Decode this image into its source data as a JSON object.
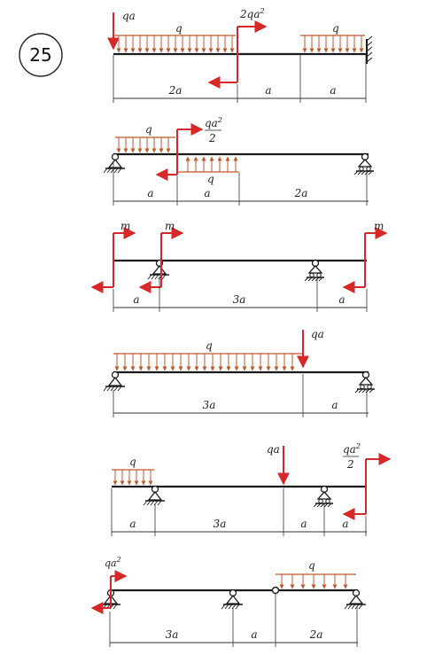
{
  "problem_number": "25",
  "colors": {
    "beam": "#1a1a1a",
    "load": "#d62828",
    "dist": "#c0582b",
    "dim": "#333333"
  },
  "diagrams": [
    {
      "labels": {
        "qa": "qa",
        "q_left": "q",
        "moment": "2qa",
        "moment_sup": "2",
        "q_right": "q"
      },
      "dims": [
        "2a",
        "a",
        "a"
      ]
    },
    {
      "labels": {
        "q_top": "q",
        "moment_num": "qa",
        "moment_sup": "2",
        "moment_den": "2",
        "q_under": "q"
      },
      "dims": [
        "a",
        "a",
        "2a"
      ]
    },
    {
      "labels": {
        "m1": "m",
        "m2": "m",
        "m3": "m"
      },
      "dims": [
        "a",
        "3a",
        "a"
      ]
    },
    {
      "labels": {
        "q": "q",
        "qa": "qa"
      },
      "dims": [
        "3a",
        "a"
      ]
    },
    {
      "labels": {
        "q": "q",
        "qa": "qa",
        "moment_num": "qa",
        "moment_sup": "2",
        "moment_den": "2"
      },
      "dims": [
        "a",
        "3a",
        "a",
        "a"
      ]
    },
    {
      "labels": {
        "moment": "qa",
        "moment_sup": "2",
        "q": "q"
      },
      "dims": [
        "3a",
        "a",
        "2a"
      ]
    }
  ]
}
